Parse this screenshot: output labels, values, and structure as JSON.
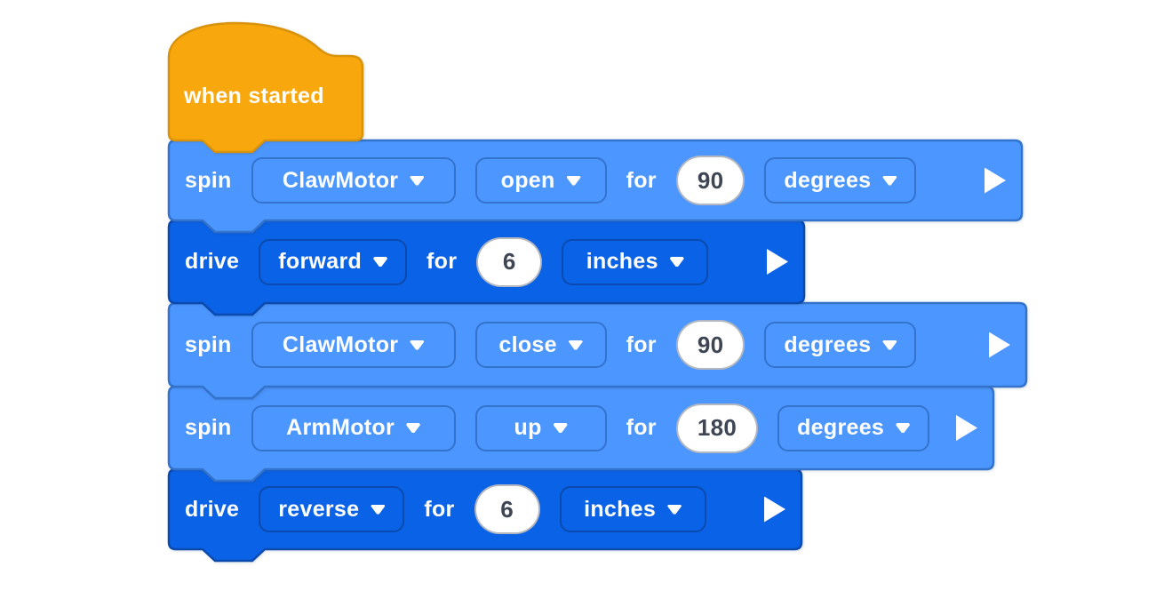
{
  "colors": {
    "hat-fill": "#F8A70C",
    "hat-border": "#D9930B",
    "motor-fill": "#4C97FF",
    "motor-border": "#3373CC",
    "drive-fill": "#0A62E6",
    "drive-border": "#0B4AAE",
    "oval-fill": "#FFFFFF",
    "oval-text": "#3E4553",
    "label-text": "#FFFFFF"
  },
  "icons": {
    "chevron-down-icon": "▾",
    "play-icon": "▶"
  },
  "hat": {
    "label": "when started"
  },
  "blocks": [
    {
      "style": "motor",
      "verb": "spin",
      "motor": "ClawMotor",
      "direction": "open",
      "for_label": "for",
      "value": "90",
      "unit": "degrees"
    },
    {
      "style": "drive",
      "verb": "drive",
      "direction": "forward",
      "for_label": "for",
      "value": "6",
      "unit": "inches"
    },
    {
      "style": "motor",
      "verb": "spin",
      "motor": "ClawMotor",
      "direction": "close",
      "for_label": "for",
      "value": "90",
      "unit": "degrees"
    },
    {
      "style": "motor",
      "verb": "spin",
      "motor": "ArmMotor",
      "direction": "up",
      "for_label": "for",
      "value": "180",
      "unit": "degrees"
    },
    {
      "style": "drive",
      "verb": "drive",
      "direction": "reverse",
      "for_label": "for",
      "value": "6",
      "unit": "inches"
    }
  ]
}
